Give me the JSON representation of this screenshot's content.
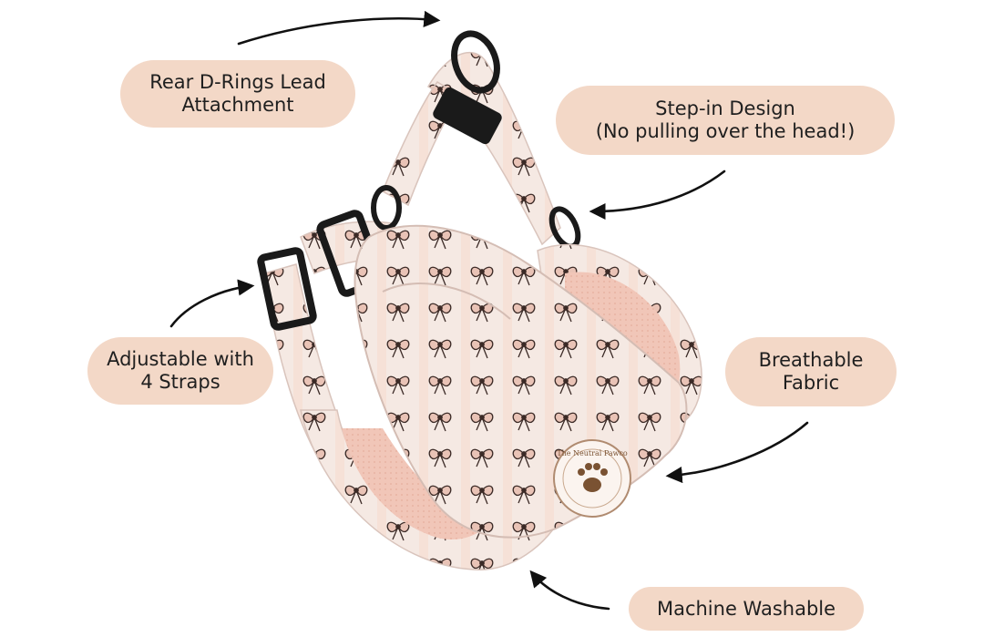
{
  "labels": {
    "rear_d_rings": {
      "line1": "Rear D-Rings Lead",
      "line2": "Attachment"
    },
    "step_in": {
      "line1": "Step-in Design",
      "line2": "(No pulling over the head!)"
    },
    "adjustable": {
      "line1": "Adjustable with",
      "line2": "4 Straps"
    },
    "breathable": {
      "line1": "Breathable",
      "line2": "Fabric"
    },
    "washable": {
      "line1": "Machine Washable"
    }
  },
  "badge": {
    "text": "The Neutral Pawco"
  },
  "colors": {
    "pill_fill": "#f3d8c7",
    "harness_fabric": "#f3e6e0",
    "harness_pink": "#f2c9bd",
    "hardware": "#1a1a1a",
    "bow_print": "#3b2a26"
  }
}
